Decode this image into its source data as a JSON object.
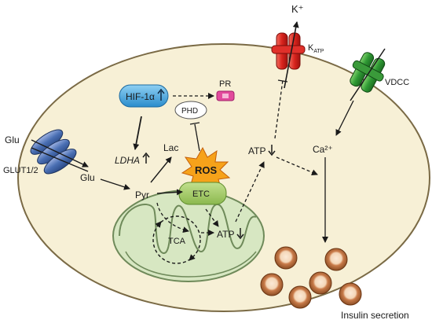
{
  "labels": {
    "k_plus": "K⁺",
    "k_atp_main": "K",
    "k_atp_sub": "ATP",
    "vdcc": "VDCC",
    "glu_out": "Glu",
    "glut": "GLUT1/2",
    "glu_in": "Glu",
    "hif": "HIF-1α",
    "pr": "PR",
    "phd": "PHD",
    "lac": "Lac",
    "ldha": "LDHA",
    "pyr": "Pyr",
    "ros": "ROS",
    "etc": "ETC",
    "tca": "TCA",
    "atp_mito": "ATP",
    "atp_cyto": "ATP",
    "ca": "Ca²⁺",
    "insulin": "Insulin secretion"
  },
  "colors": {
    "cell_fill": "#f7f0d6",
    "cell_stroke": "#7a6a45",
    "mito_fill": "#c8dcb0",
    "mito_stroke": "#6f8a5a",
    "hif_fill": "#3aa0dc",
    "pr_fill": "#e24a9c",
    "ros_fill": "#f6a21a",
    "etc_fill": "#9cc760",
    "katp_fill": "#e0302a",
    "vdcc_fill": "#3a9a3a",
    "glut_fill": "#4a6fb3",
    "granule_fill": "#c97b4a"
  },
  "icons": [
    "katp-channel-icon",
    "vdcc-channel-icon",
    "glut-transporter-icon",
    "insulin-granule-icon",
    "up-arrow-icon",
    "down-arrow-icon"
  ]
}
